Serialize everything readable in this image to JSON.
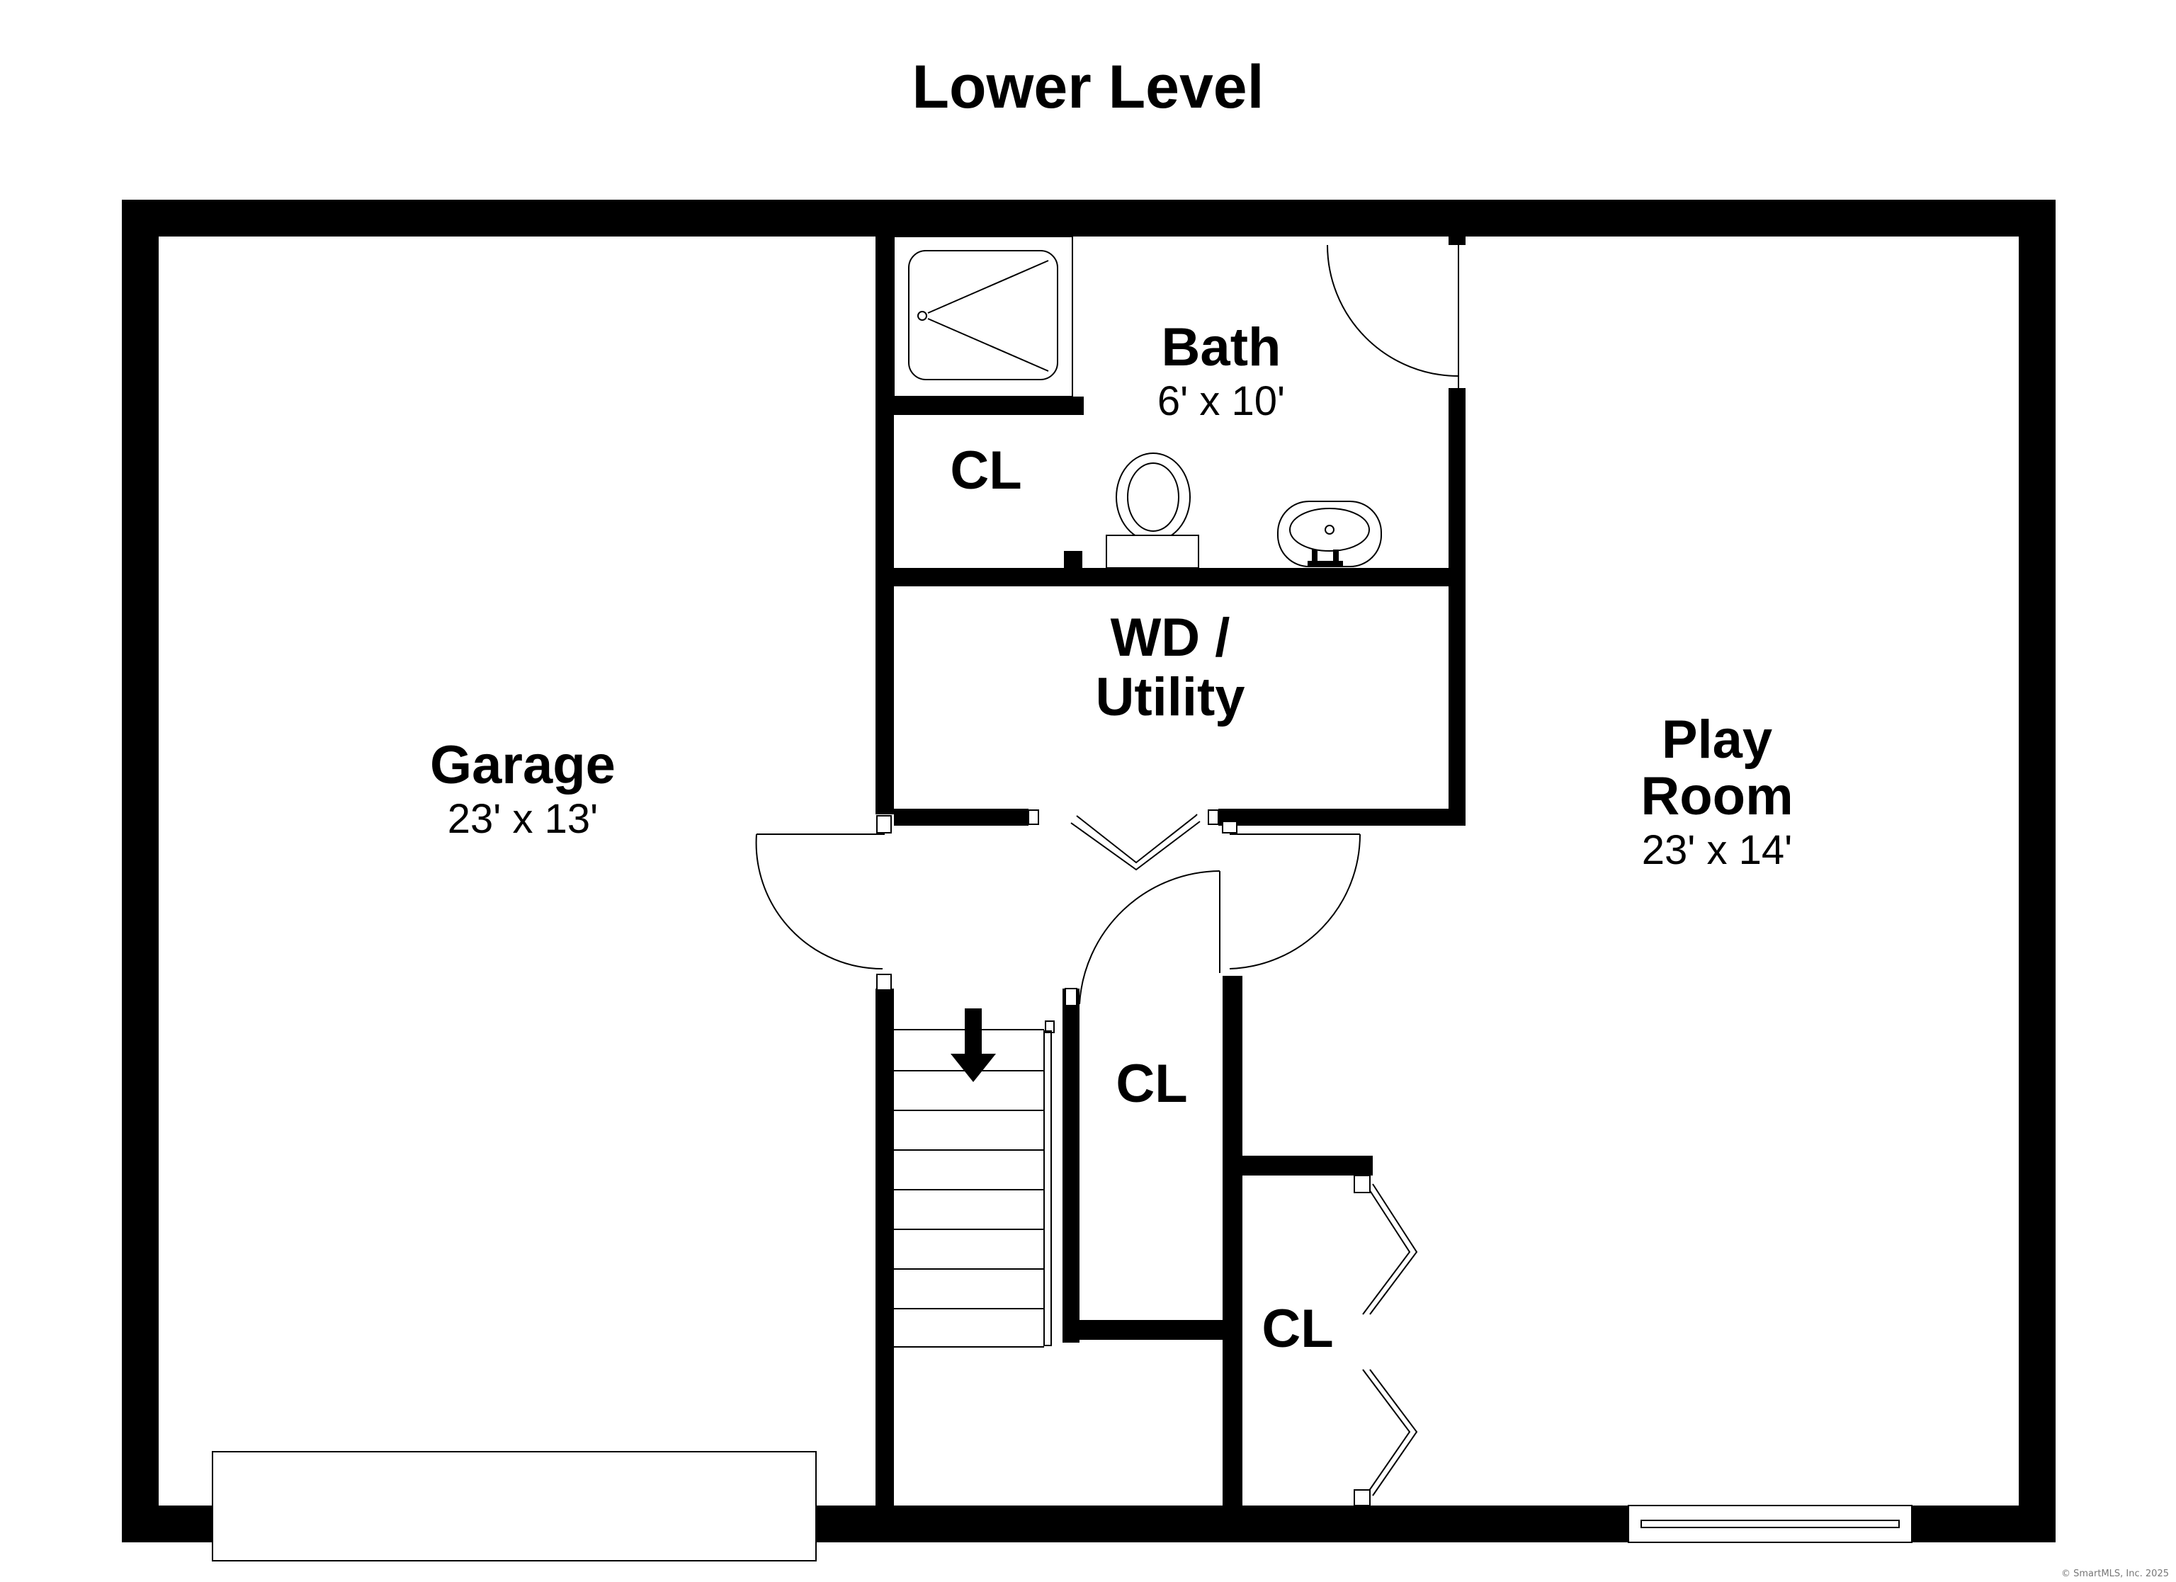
{
  "title": "Lower Level",
  "rooms": {
    "garage": {
      "name": "Garage",
      "dims": "23' x 13'"
    },
    "bath": {
      "name": "Bath",
      "dims": "6' x 10'"
    },
    "bath_closet": {
      "name": "CL"
    },
    "utility": {
      "name_line1": "WD /",
      "name_line2": "Utility"
    },
    "play_room": {
      "name_line1": "Play",
      "name_line2": "Room",
      "dims": "23' x 14'"
    },
    "stair_closet": {
      "name": "CL"
    },
    "play_closet": {
      "name": "CL"
    }
  },
  "stairs": {
    "direction": "down"
  },
  "copyright": "© SmartMLS, Inc. 2025",
  "colors": {
    "wall": "#000000",
    "fixture": "#000000",
    "background": "#ffffff"
  }
}
